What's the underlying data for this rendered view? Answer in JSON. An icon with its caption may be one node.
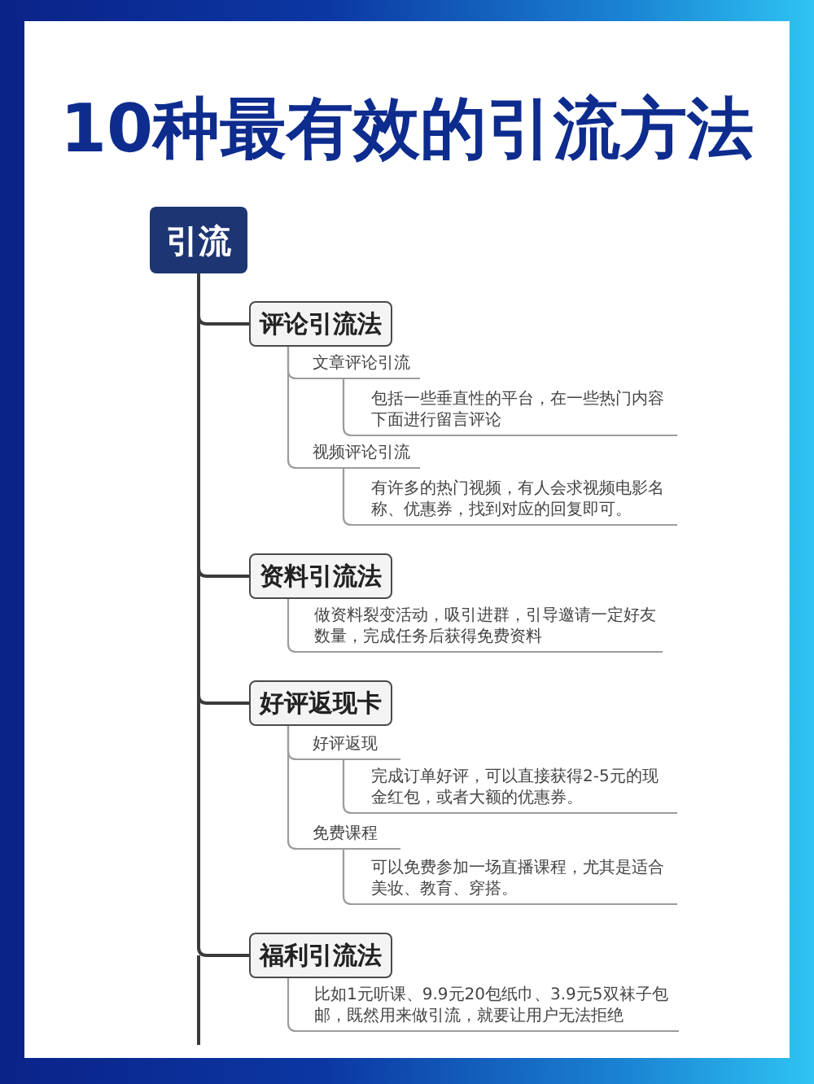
{
  "diagram": {
    "title": "10种最有效的引流方法",
    "nodes": [
      {
        "text": [
          "引流"
        ]
      },
      {
        "text": [
          "评论引流法"
        ]
      },
      {
        "text": [
          "文章评论引流"
        ]
      },
      {
        "text": [
          "包括一些垂直性的平台，在一些热门内容下面进行留言评论"
        ]
      },
      {
        "text": [
          "视频评论引流"
        ]
      },
      {
        "text": [
          "有许多的热门视频，有人会求视频电影名称、优惠券，找到对应的回复即可。"
        ]
      },
      {
        "text": [
          "资料引流法"
        ]
      },
      {
        "text": [
          "做资料裂变活动，吸引进群，引导邀请一定好友数量，完成任务后获得免费资料"
        ]
      },
      {
        "text": [
          "好评返现卡"
        ]
      },
      {
        "text": [
          "好评返现"
        ]
      },
      {
        "text": [
          "完成订单好评，可以直接获得2-5元的现金红包，或者大额的优惠券。"
        ]
      },
      {
        "text": [
          "免费课程"
        ]
      },
      {
        "text": [
          "可以免费参加一场直播课程，尤其是适合美妆、教育、穿搭。"
        ]
      },
      {
        "text": [
          "福利引流法"
        ]
      },
      {
        "text": [
          "比如1元听课、9.9元20包纸巾、3.9元5双袜子包邮，既然用来做引流，就要让用户无法拒绝"
        ]
      }
    ],
    "edges": [
      {
        "from": 0,
        "to": 1,
        "arrow": "none",
        "color": "#3a3a3a"
      },
      {
        "from": 1,
        "to": 2,
        "arrow": "none"
      },
      {
        "from": 2,
        "to": 3,
        "arrow": "none"
      },
      {
        "from": 1,
        "to": 4,
        "arrow": "none"
      },
      {
        "from": 4,
        "to": 5,
        "arrow": "none"
      },
      {
        "from": 0,
        "to": 6,
        "arrow": "none",
        "color": "#3a3a3a"
      },
      {
        "from": 6,
        "to": 7,
        "arrow": "none"
      },
      {
        "from": 0,
        "to": 8,
        "arrow": "none",
        "color": "#3a3a3a"
      },
      {
        "from": 8,
        "to": 9,
        "arrow": "none"
      },
      {
        "from": 9,
        "to": 10,
        "arrow": "none"
      },
      {
        "from": 8,
        "to": 11,
        "arrow": "none"
      },
      {
        "from": 11,
        "to": 12,
        "arrow": "none"
      },
      {
        "from": 0,
        "to": 13,
        "arrow": "none",
        "color": "#3a3a3a"
      },
      {
        "from": 13,
        "to": 14,
        "arrow": "none"
      }
    ]
  }
}
